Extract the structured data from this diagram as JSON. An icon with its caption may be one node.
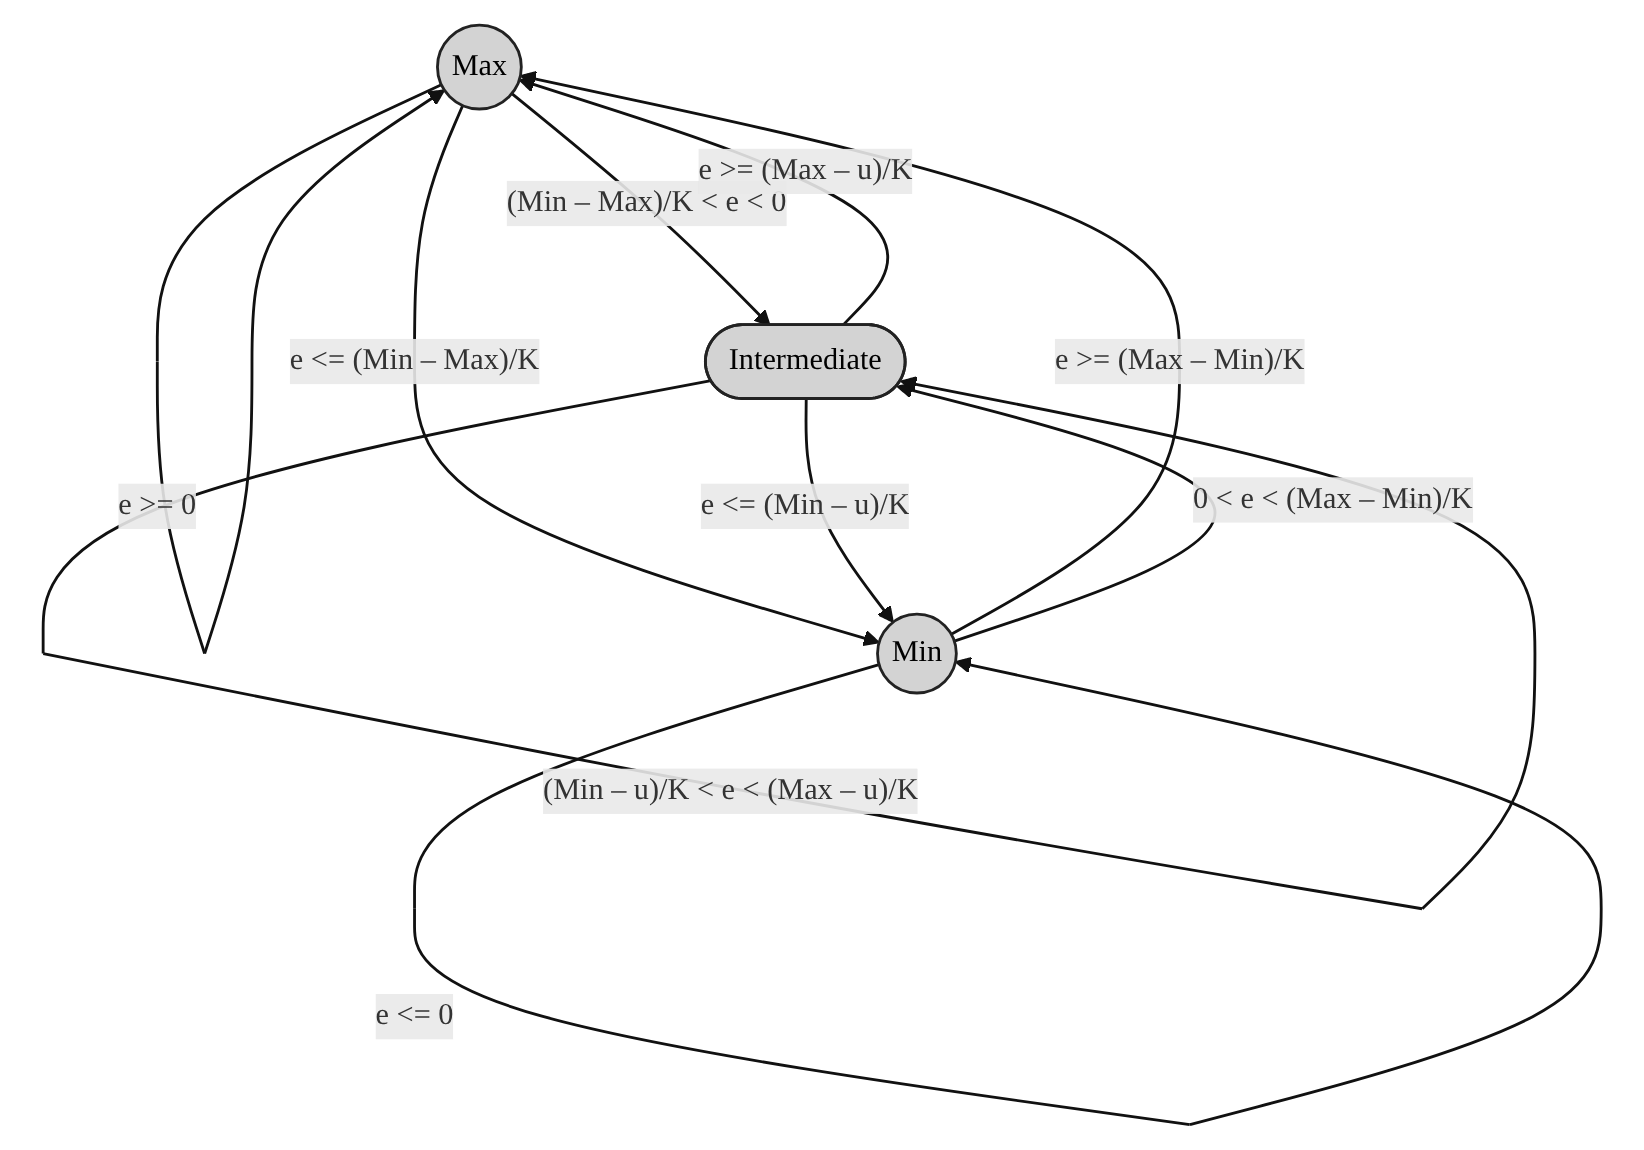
{
  "diagram": {
    "nodes": [
      {
        "text": [
          "Max"
        ]
      },
      {
        "text": [
          "Intermediate"
        ]
      },
      {
        "text": [
          "Min"
        ]
      }
    ],
    "edges": [
      {
        "from": 0,
        "to": 0,
        "arrow": "to",
        "label": "e >= 0"
      },
      {
        "from": 0,
        "to": 1,
        "arrow": "to",
        "label": "(Min – Max)/K < e < 0"
      },
      {
        "from": 1,
        "to": 0,
        "arrow": "to",
        "label": "e >= (Max – u)/K"
      },
      {
        "from": 0,
        "to": 2,
        "arrow": "to",
        "label": "e <= (Min – Max)/K"
      },
      {
        "from": 2,
        "to": 0,
        "arrow": "to",
        "label": "e >= (Max – Min)/K"
      },
      {
        "from": 1,
        "to": 2,
        "arrow": "to",
        "label": "e <= (Min – u)/K"
      },
      {
        "from": 2,
        "to": 1,
        "arrow": "to",
        "label": "0 < e < (Max – Min)/K"
      },
      {
        "from": 2,
        "to": 2,
        "arrow": "to",
        "label": "e <= 0"
      },
      {
        "from": 1,
        "to": 1,
        "arrow": "to",
        "label": "(Min – u)/K < e < (Max – u)/K"
      }
    ]
  }
}
